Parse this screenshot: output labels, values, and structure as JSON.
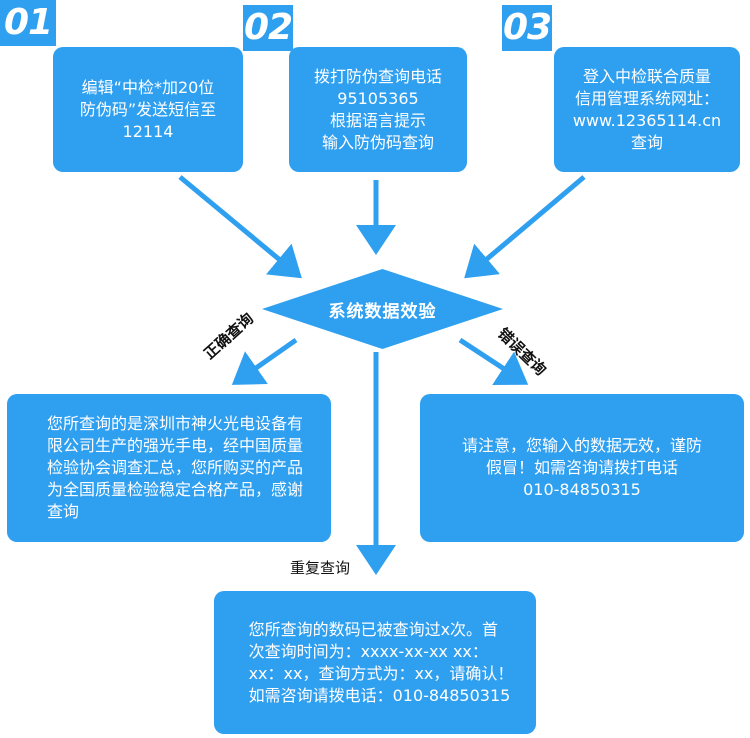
{
  "steps": [
    {
      "number": "01",
      "text": "编辑“中检*加20位\n防伪码”发送短信至\n12114"
    },
    {
      "number": "02",
      "text": "拨打防伪查询电话\n95105365\n根据语言提示\n输入防伪码查询"
    },
    {
      "number": "03",
      "text": "登入中检联合质量\n信用管理系统网址：\nwww.12365114.cn\n查询"
    }
  ],
  "center": {
    "label": "系统数据效验"
  },
  "branches": {
    "correct": {
      "label": "正确查询",
      "text": "您所查询的是深圳市神火光电设备有\n限公司生产的强光手电，经中国质量\n检验协会调查汇总，您所购买的产品\n为全国质量检验稳定合格产品，感谢\n查询"
    },
    "wrong": {
      "label": "错误查询",
      "text": "请注意，您输入的数据无效，谨防\n假冒！如需咨询请拨打电话\n010-84850315"
    },
    "repeat": {
      "label": "重复查询",
      "text": "您所查询的数码已被查询过x次。首\n次查询时间为：xxxx-xx-xx xx：\nxx：xx，查询方式为：xx，请确认！\n如需咨询请拨电话：010-84850315"
    }
  },
  "colors": {
    "accent": "#2f9ff0",
    "arrow": "#2f9ff0",
    "text_on_accent": "#ffffff"
  }
}
